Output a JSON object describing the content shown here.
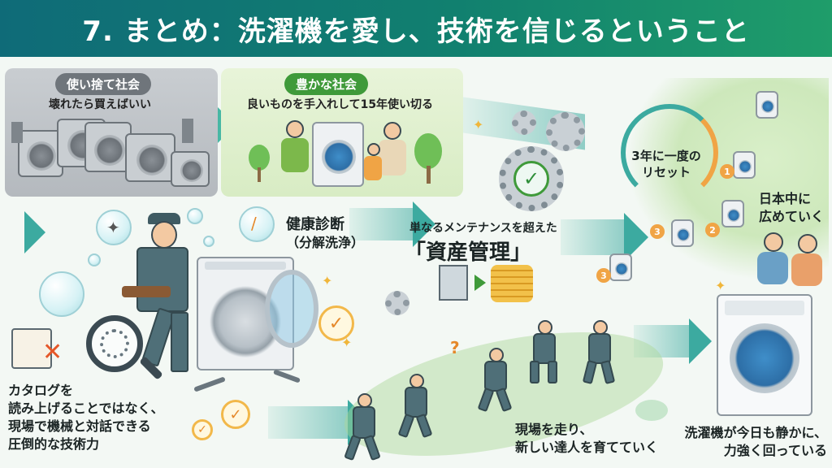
{
  "header": {
    "title": "7. まとめ：洗濯機を愛し、技術を信じるということ"
  },
  "disposable": {
    "label": "使い捨て社会",
    "caption": "壊れたら買えばいい"
  },
  "rich": {
    "label": "豊かな社会",
    "caption": "良いものを手入れして15年使い切る"
  },
  "diagnosis": {
    "line1": "健康診断",
    "line2": "（分解洗浄）"
  },
  "asset": {
    "sub": "単なるメンテナンスを超えた",
    "title": "「資産管理」"
  },
  "reset": {
    "line1": "3年に一度の",
    "line2": "リセット"
  },
  "spread": {
    "line1": "日本中に",
    "line2": "広めていく"
  },
  "skill": {
    "line1": "カタログを",
    "line2": "読み上げることではなく、",
    "line3": "現場で機械と対話できる",
    "line4": "圧倒的な技術力"
  },
  "field": {
    "line1": "現場を走り、",
    "line2": "新しい達人を育てていく"
  },
  "ending": {
    "line1": "洗濯機が今日も静かに、",
    "line2": "力強く回っている"
  },
  "map_numbers": [
    "1",
    "2",
    "3",
    "3"
  ],
  "icons": [
    "wrench-icon",
    "screwdriver-icon",
    "magnifier-icon",
    "gear-icon",
    "checkmark-icon",
    "building-icon",
    "coins-icon",
    "book-icon",
    "cross-icon",
    "sparkle-icon"
  ],
  "colors": {
    "header": "#11806f",
    "accent_orange": "#f0a445",
    "arrow_teal": "#3caaa0"
  }
}
